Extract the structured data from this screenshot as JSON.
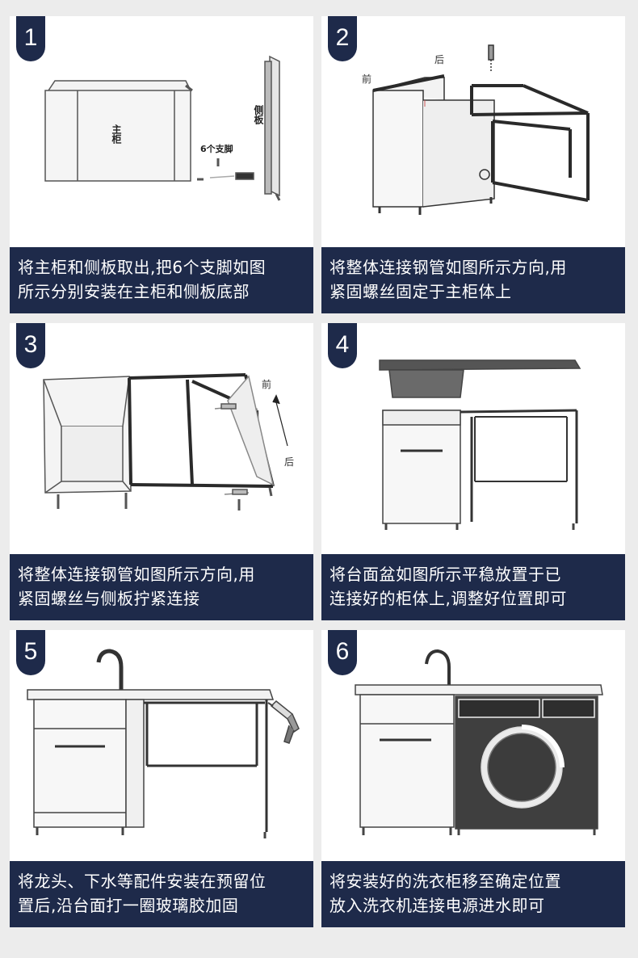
{
  "steps": [
    {
      "number": "1",
      "caption_line1": "将主柜和侧板取出,把6个支脚如图",
      "caption_line2": "所示分别安装在主柜和侧板底部",
      "labels": {
        "main_cabinet": "主柜",
        "side_panel": "侧板",
        "feet": "6个支脚"
      }
    },
    {
      "number": "2",
      "caption_line1": "将整体连接钢管如图所示方向,用",
      "caption_line2": "紧固螺丝固定于主柜体上",
      "labels": {
        "front": "前",
        "back": "后"
      }
    },
    {
      "number": "3",
      "caption_line1": "将整体连接钢管如图所示方向,用",
      "caption_line2": "紧固螺丝与侧板拧紧连接",
      "labels": {
        "front": "前",
        "back": "后"
      }
    },
    {
      "number": "4",
      "caption_line1": "将台面盆如图所示平稳放置于已",
      "caption_line2": "连接好的柜体上,调整好位置即可"
    },
    {
      "number": "5",
      "caption_line1": "将龙头、下水等配件安装在预留位",
      "caption_line2": "置后,沿台面打一圈玻璃胶加固"
    },
    {
      "number": "6",
      "caption_line1": "将安装好的洗衣柜移至确定位置",
      "caption_line2": "放入洗衣机连接电源进水即可"
    }
  ],
  "colors": {
    "badge_bg": "#1e2a4a",
    "caption_bg": "#1e2a4a",
    "page_bg": "#ececec"
  }
}
